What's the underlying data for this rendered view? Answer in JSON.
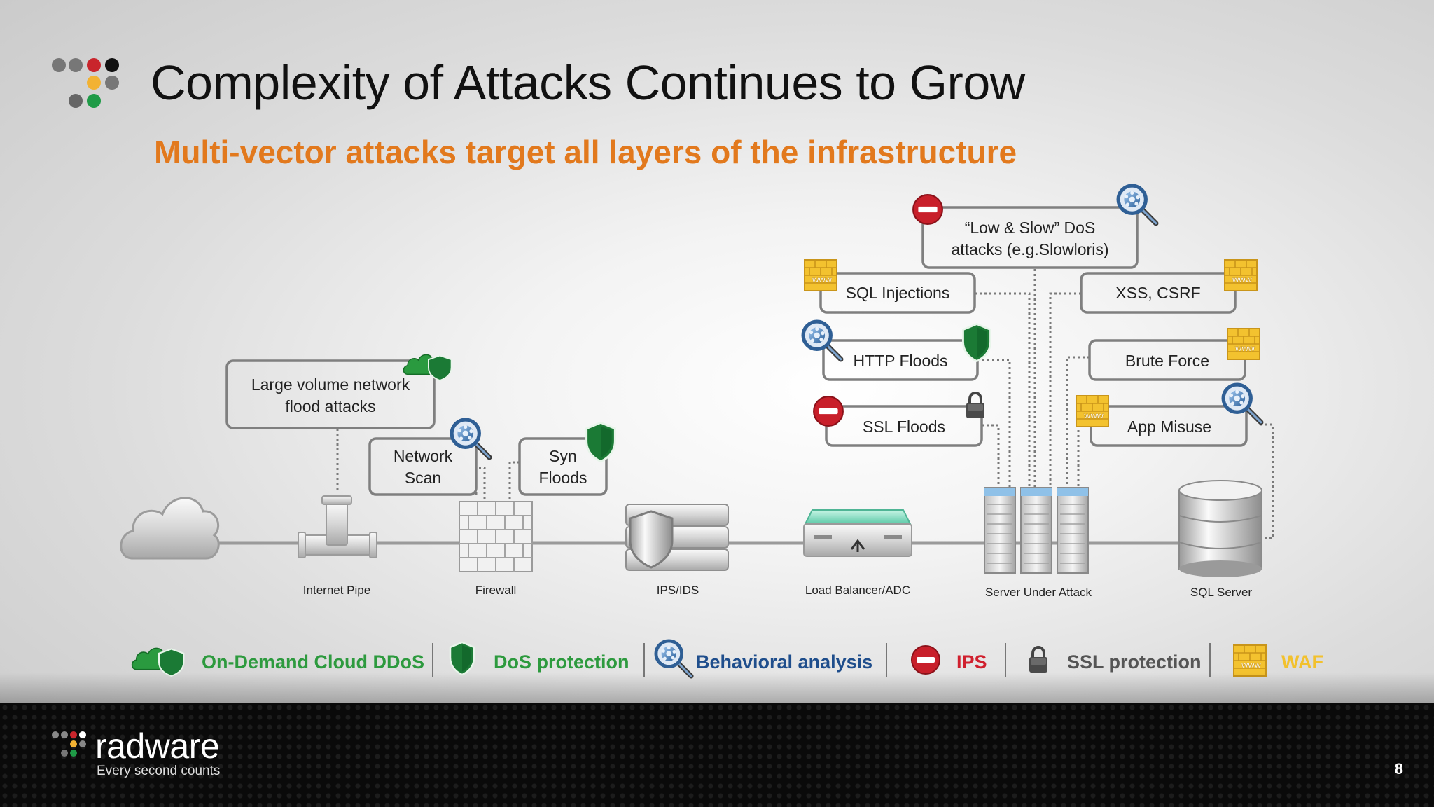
{
  "title": "Complexity of Attacks Continues to Grow",
  "subtitle": "Multi-vector attacks target all layers of the infrastructure",
  "nodes": {
    "internet_pipe": "Internet Pipe",
    "firewall": "Firewall",
    "ips_ids": "IPS/IDS",
    "load_balancer": "Load Balancer/ADC",
    "server": "Server Under Attack",
    "sql_server": "SQL Server"
  },
  "attacks": {
    "large_volume": [
      "Large volume network",
      "flood attacks"
    ],
    "network_scan": [
      "Network",
      "Scan"
    ],
    "syn_floods": [
      "Syn",
      "Floods"
    ],
    "sql_injections": "SQL Injections",
    "http_floods": "HTTP Floods",
    "ssl_floods": "SSL Floods",
    "low_slow": [
      "“Low & Slow” DoS",
      "attacks (e.g.Slowloris)"
    ],
    "xss_csrf": "XSS, CSRF",
    "brute_force": "Brute Force",
    "app_misuse": "App Misuse"
  },
  "legend": [
    {
      "label": "On-Demand Cloud DDoS",
      "icon": "cloud-shield-icon",
      "color": "#2d9a3e"
    },
    {
      "label": "DoS protection",
      "icon": "shield-icon",
      "color": "#2d9a3e"
    },
    {
      "label": "Behavioral analysis",
      "icon": "magnifier-icon",
      "color": "#1f4e8c"
    },
    {
      "label": "IPS",
      "icon": "no-entry-icon",
      "color": "#d0202e"
    },
    {
      "label": "SSL protection",
      "icon": "padlock-icon",
      "color": "#555555"
    },
    {
      "label": "WAF",
      "icon": "waf-www-icon",
      "color": "#f2c12e"
    }
  ],
  "footer": {
    "brand": "radware",
    "tagline": "Every second counts",
    "page_number": "8"
  },
  "colors": {
    "accent_orange": "#e2791d",
    "green": "#2d9a3e",
    "blue": "#1f4e8c",
    "red": "#d0202e",
    "gold": "#f2c12e"
  }
}
